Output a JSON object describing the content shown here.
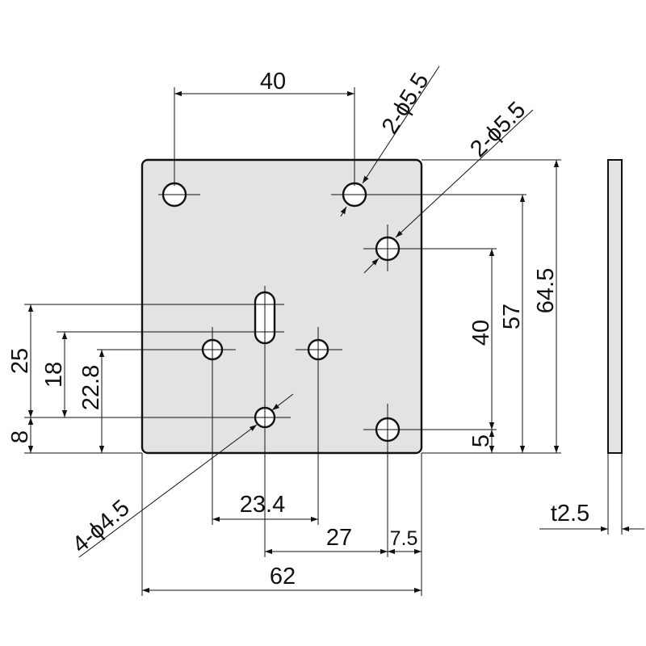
{
  "drawing": {
    "dims": {
      "top_width": "40",
      "hole_top": "2-ϕ5.5",
      "hole_right": "2-ϕ5.5",
      "hole_small": "4-ϕ4.5",
      "left_25": "25",
      "left_18": "18",
      "left_22_8": "22.8",
      "left_8": "8",
      "right_40": "40",
      "right_57": "57",
      "right_64_5": "64.5",
      "right_5": "5",
      "bottom_23_4": "23.4",
      "bottom_27": "27",
      "bottom_7_5": "7.5",
      "bottom_62": "62",
      "thickness": "t2.5"
    }
  }
}
